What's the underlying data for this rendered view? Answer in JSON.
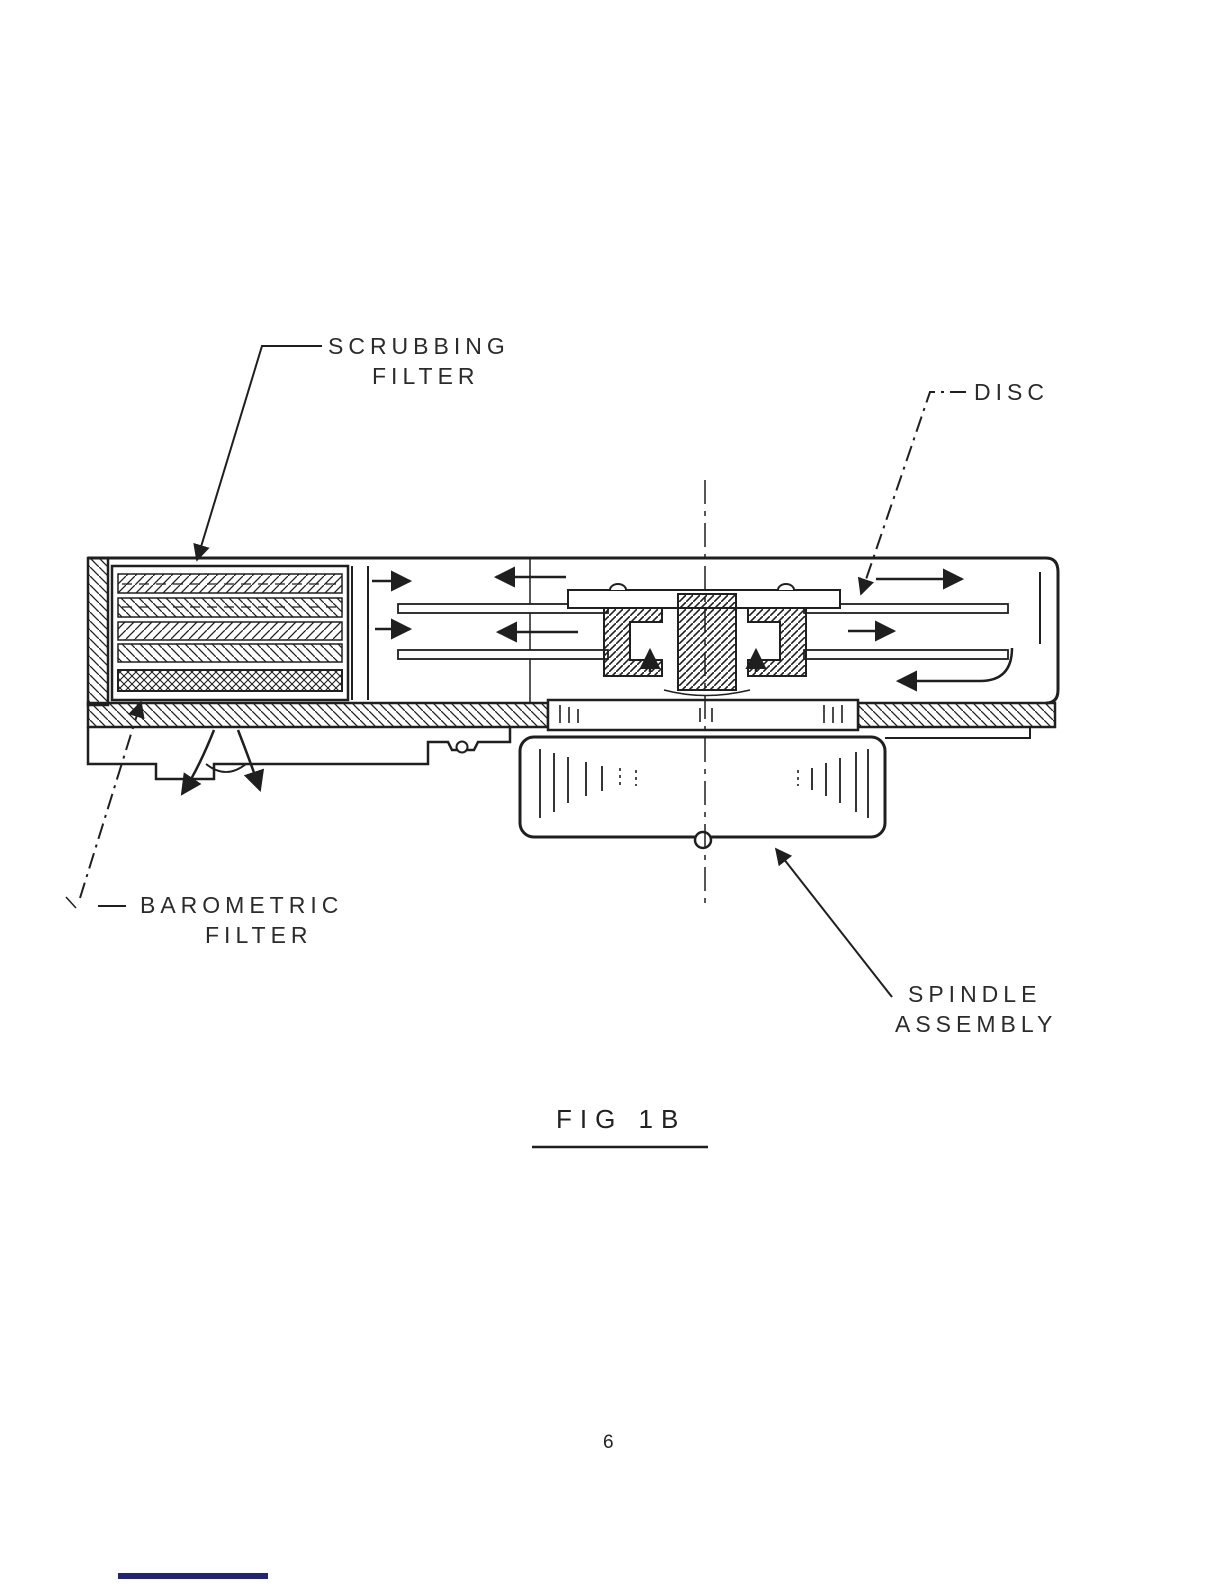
{
  "document": {
    "figure_caption": "FIG 1B",
    "page_number": "6"
  },
  "labels": {
    "scrubbing_filter": {
      "line1": "SCRUBBING",
      "line2": "FILTER"
    },
    "disc": "DISC",
    "barometric_filter": {
      "line1": "BAROMETRIC",
      "line2": "FILTER"
    },
    "spindle_assembly": {
      "line1": "SPINDLE",
      "line2": "ASSEMBLY"
    }
  },
  "colors": {
    "ink": "#1f1f1f",
    "paper": "#ffffff",
    "footer_bar": "#23237a"
  }
}
